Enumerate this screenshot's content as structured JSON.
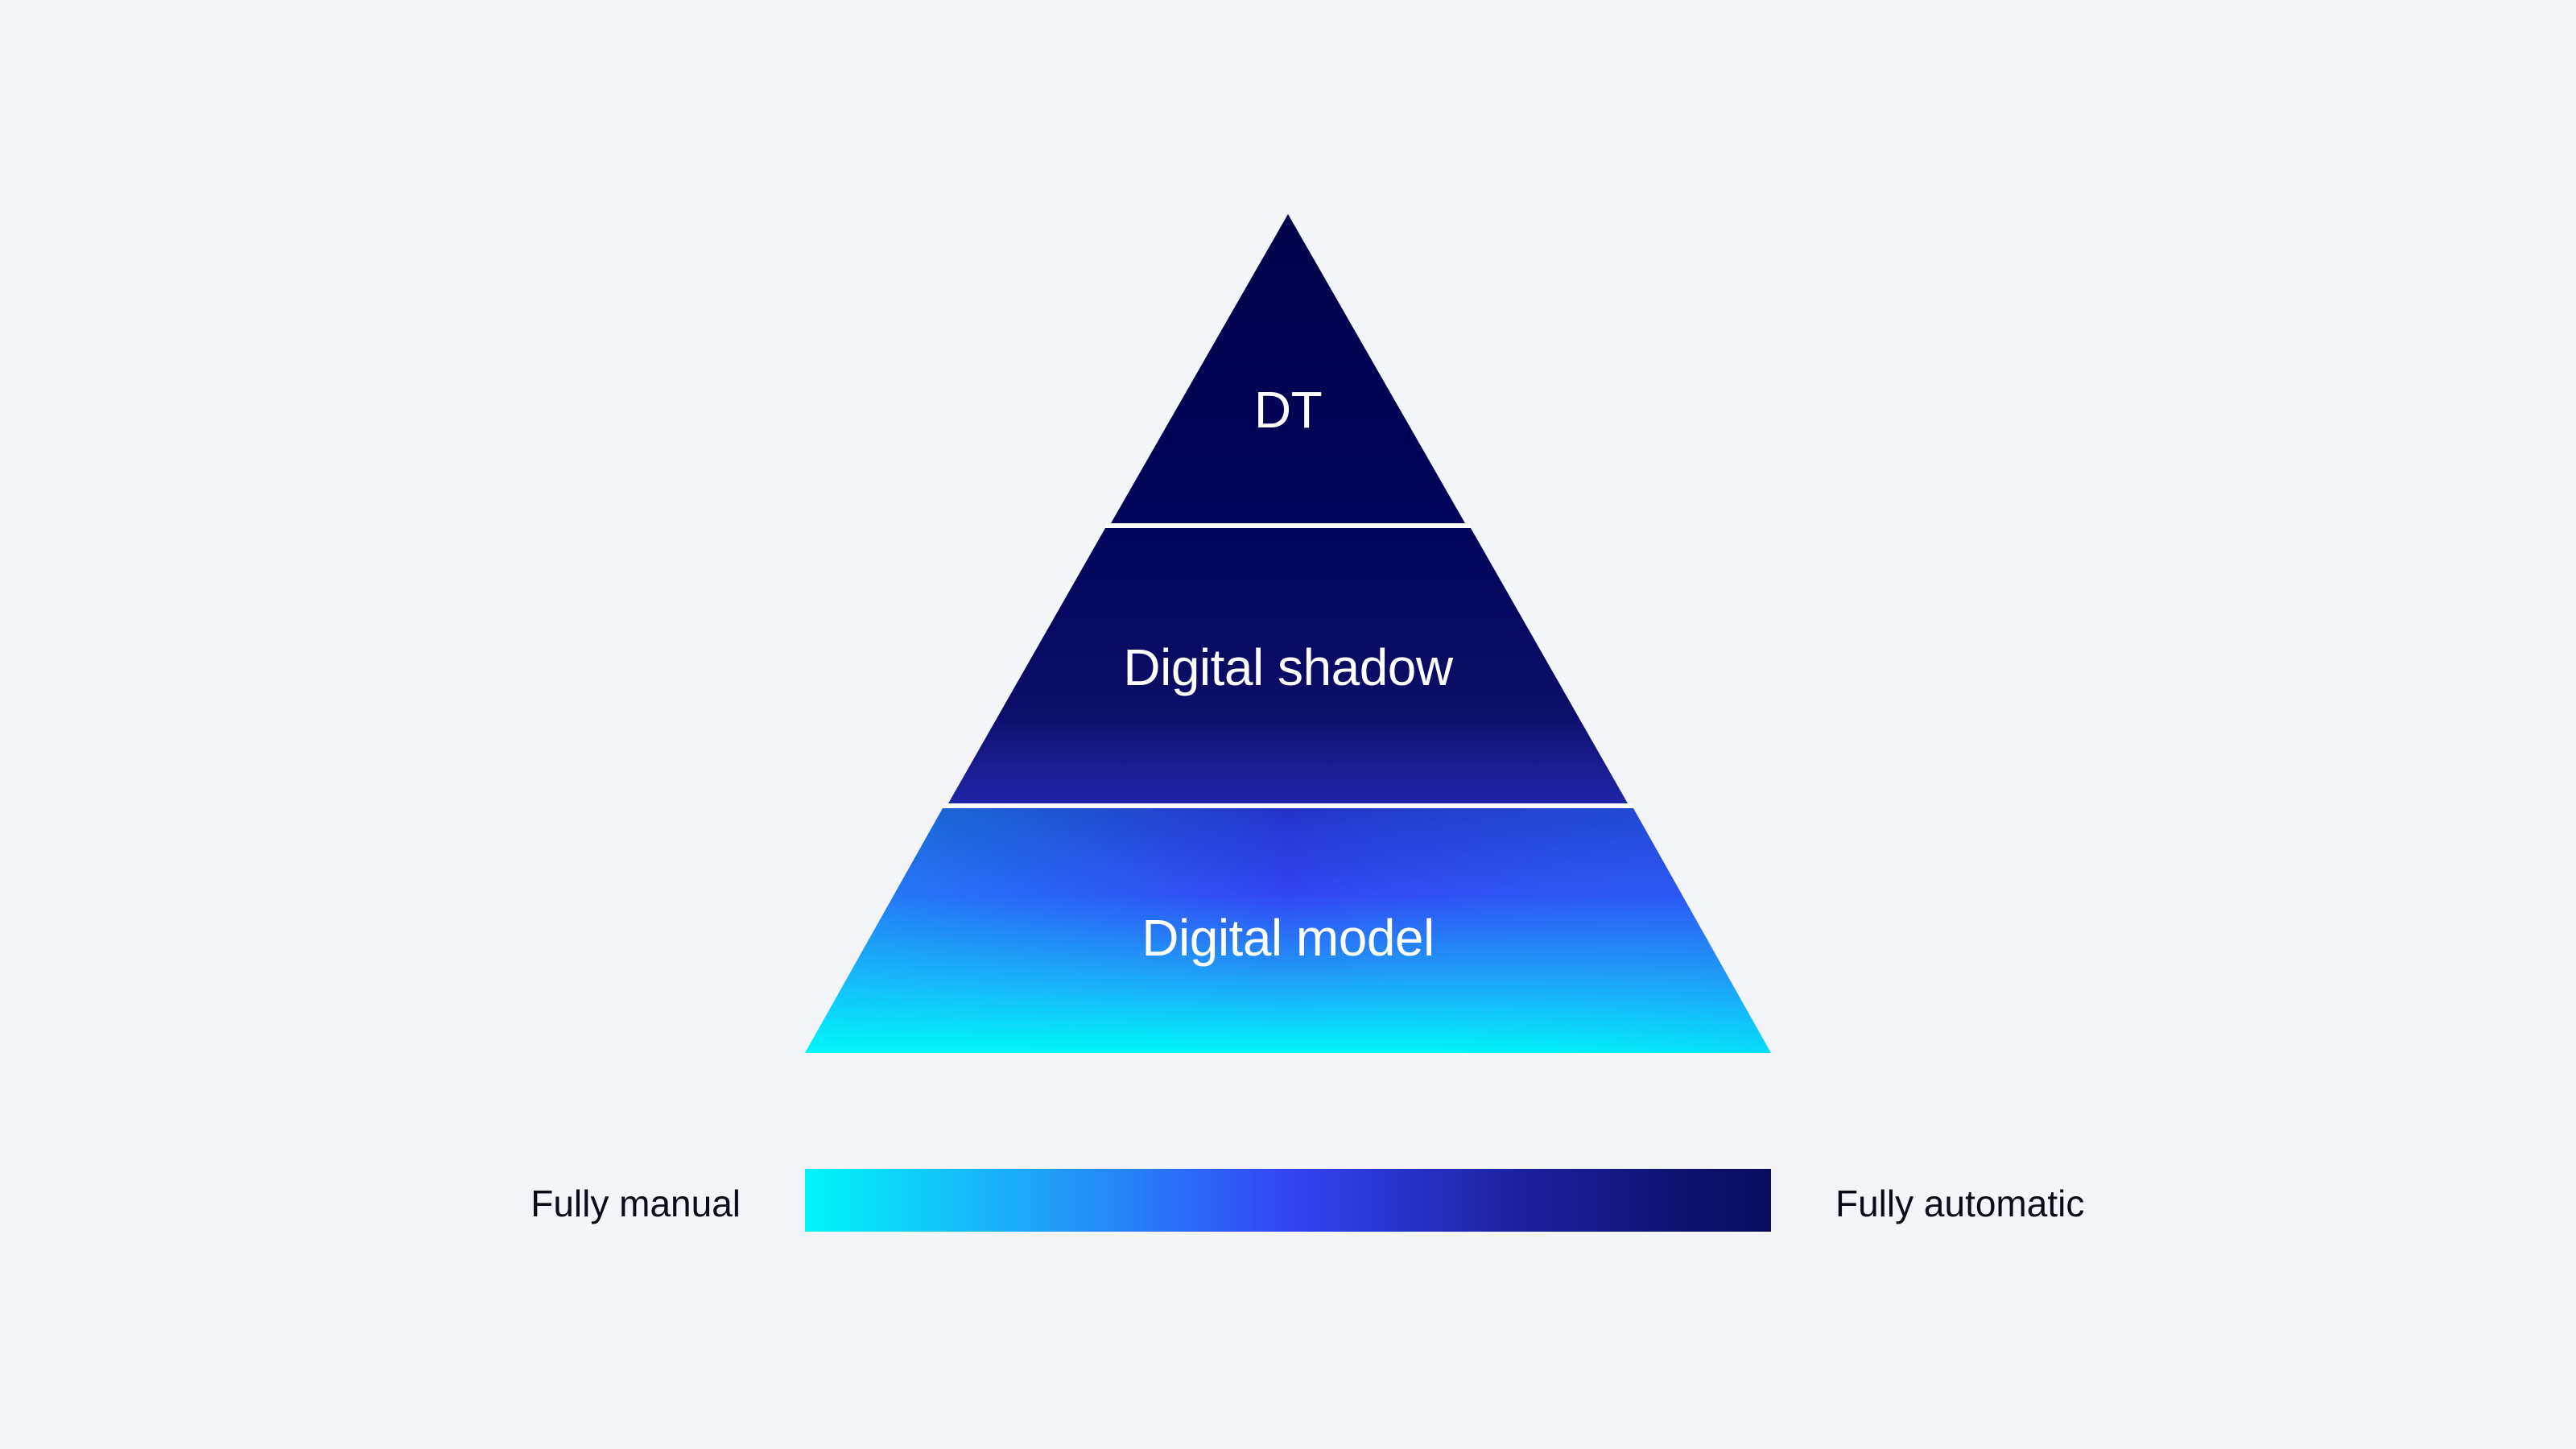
{
  "diagram": {
    "tiers": [
      {
        "label": "DT"
      },
      {
        "label": "Digital shadow"
      },
      {
        "label": "Digital model"
      }
    ],
    "scale": {
      "left_label": "Fully manual",
      "right_label": "Fully automatic"
    },
    "colors": {
      "background": "#f3f5f9",
      "deep_navy": "#02024a",
      "indigo": "#0e0f62",
      "royal_blue": "#3344f5",
      "sky_blue": "#1fa0f8",
      "cyan": "#00f6fb",
      "divider": "#ffffff"
    }
  }
}
